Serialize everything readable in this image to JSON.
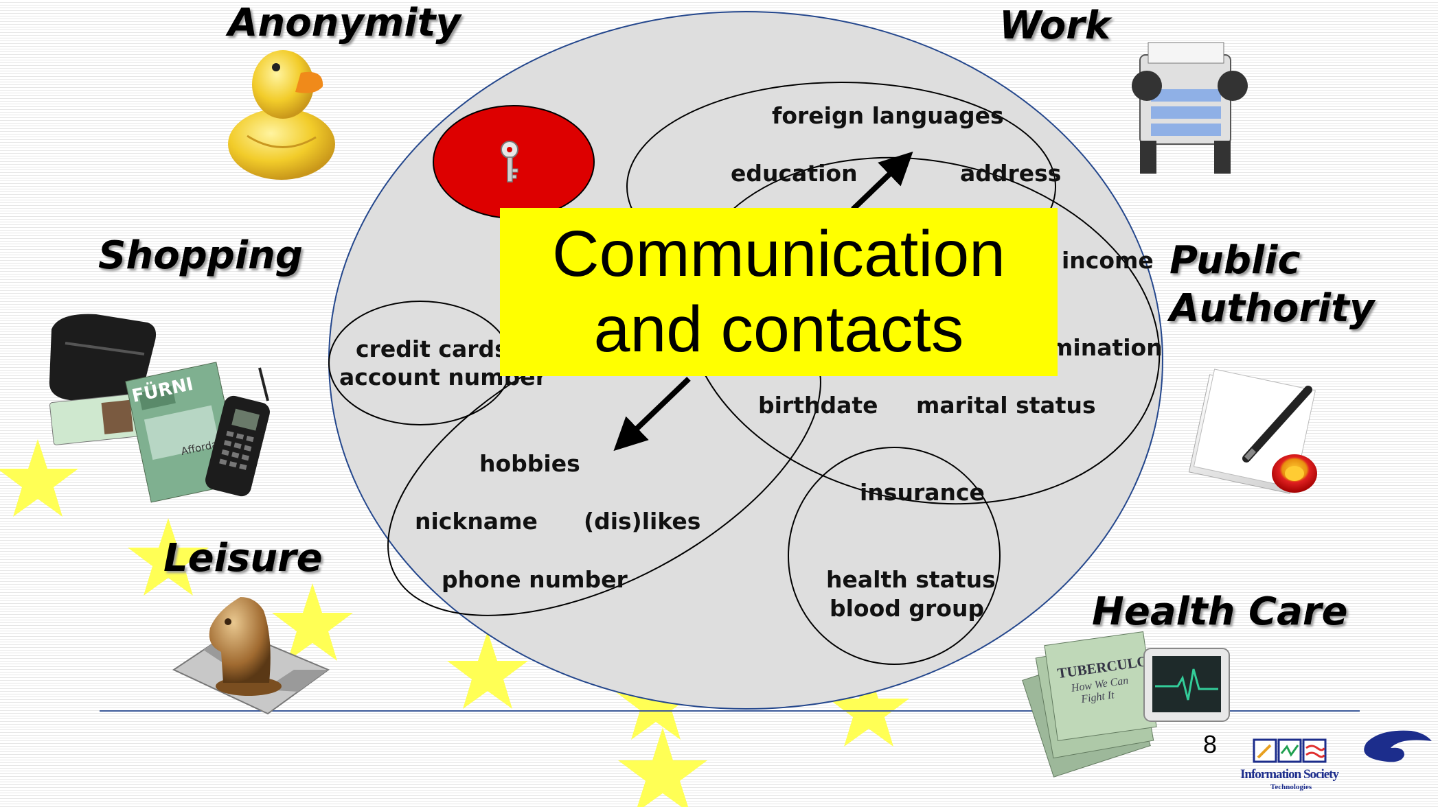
{
  "banner": {
    "text": "Communication\nand contacts"
  },
  "categories": {
    "anonymity": "Anonymity",
    "work": "Work",
    "shopping": "Shopping",
    "public_authority_line1": "Public",
    "public_authority_line2": "Authority",
    "leisure": "Leisure",
    "health_care": "Health Care"
  },
  "terms": {
    "foreign_languages": "foreign languages",
    "education": "education",
    "address": "address",
    "income": "income",
    "discrimination": "mination",
    "credit_cards": "credit cards",
    "account_number": "account number",
    "birthdate": "birthdate",
    "marital_status": "marital status",
    "hobbies": "hobbies",
    "insurance": "insurance",
    "nickname": "nickname",
    "dislikes": "(dis)likes",
    "phone_number": "phone number",
    "health_status": "health status",
    "blood_group": "blood group"
  },
  "images": {
    "newspaper_text": "TUBERCULOSIS",
    "newspaper_subtitle_1": "How We Can",
    "newspaper_subtitle_2": "Fight It",
    "magazine_text": "FÜRNI",
    "magazine_sub": "Afforda",
    "logo_text_1": "Information Society",
    "logo_text_2": "Technologies"
  },
  "icons": [
    "key-icon",
    "rubber-duck-icon",
    "rolodex-icon",
    "wallet-icon",
    "id-card-icon",
    "magazine-icon",
    "mobile-phone-icon",
    "pen-and-paper-icon",
    "official-stamp-icon",
    "chess-knight-icon",
    "newspaper-icon",
    "heart-monitor-icon",
    "eu-star-icon",
    "ist-logo"
  ],
  "page_number": "8",
  "colors": {
    "main_ellipse_fill": "#dedede",
    "main_ellipse_stroke": "#23468c",
    "red_ellipse": "#dd0000",
    "banner": "#ffff00",
    "stars": "#ffff55",
    "divider": "#3a5898"
  }
}
